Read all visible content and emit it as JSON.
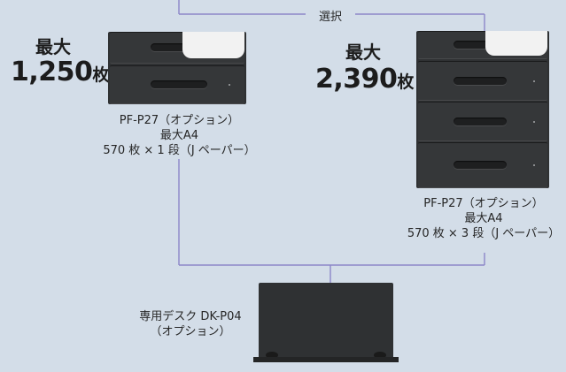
{
  "choice_label": "選択",
  "left_option": {
    "max_word": "最大",
    "capacity_number": "1,250",
    "capacity_unit": "枚",
    "caption_lines": [
      "PF-P27（オプション）",
      "最大A4",
      "570 枚 × 1 段（J ペーパー）"
    ]
  },
  "right_option": {
    "max_word": "最大",
    "capacity_number": "2,390",
    "capacity_unit": "枚",
    "caption_lines": [
      "PF-P27（オプション）",
      "最大A4",
      "570 枚 × 3 段（J ペーパー）"
    ]
  },
  "desk": {
    "caption_lines": [
      "専用デスク DK-P04",
      "（オプション）"
    ]
  },
  "colors": {
    "background": "#d3dde8",
    "connector": "#8c87c8",
    "unit_body": "#2f3133",
    "control_panel": "#f2f2f2"
  },
  "icons": [
    "connector-line",
    "paper-tray-unit",
    "control-panel",
    "desk-cabinet",
    "caster-wheel"
  ]
}
